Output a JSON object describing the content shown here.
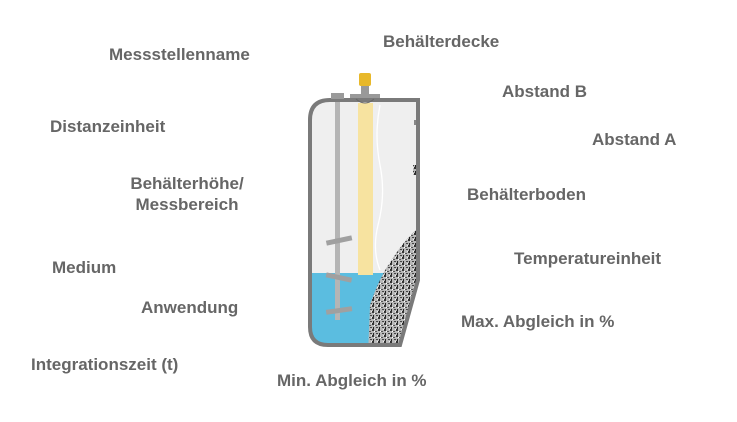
{
  "labels": {
    "messstellenname": "Messstellenname",
    "behaelterdecke": "Behälterdecke",
    "abstand_b": "Abstand B",
    "abstand_a": "Abstand A",
    "distanzeinheit": "Distanzeinheit",
    "behaelterhoehe_line1": "Behälterhöhe/",
    "behaelterhoehe_line2": "Messbereich",
    "behaelterboden": "Behälterboden",
    "medium": "Medium",
    "temperatureinheit": "Temperatureinheit",
    "anwendung": "Anwendung",
    "max_abgleich": "Max. Abgleich in %",
    "integrationszeit": "Integrationszeit (t)",
    "min_abgleich": "Min. Abgleich in %"
  },
  "colors": {
    "text": "#666666",
    "tank_outline": "#7a7a7a",
    "tank_fill": "#efefef",
    "liquid": "#5bbde0",
    "beam": "#f7e3a0",
    "sensor": "#e8b82a",
    "bulk": "#8a8a8a"
  }
}
